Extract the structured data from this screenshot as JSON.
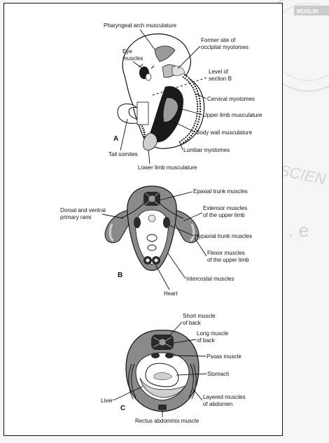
{
  "figure": {
    "panel_a": {
      "letter": "A",
      "labels": {
        "pharyngeal": "Pharyngeal arch musculature",
        "former_site_1": "Former site of",
        "former_site_2": "occipital myotomes",
        "eye_1": "Eye",
        "eye_2": "muscles",
        "level_1": "Level of",
        "level_2": "section B",
        "cervical": "Cervical myotomes",
        "upper_limb": "Upper limb musculature",
        "body_wall": "Body wall musculature",
        "lumbar": "Lumbar myotomes",
        "tail": "Tail somites",
        "lower_limb": "Lower limb musculature"
      }
    },
    "panel_b": {
      "letter": "B",
      "labels": {
        "epaxial": "Epaxial trunk muscles",
        "extensor_1": "Extensor muscles",
        "extensor_2": "of the upper limb",
        "dorsal_1": "Dorsal and ventral",
        "dorsal_2": "primary rami",
        "hypaxial": "Hypaxial trunk muscles",
        "flexor_1": "Flexor muscles",
        "flexor_2": "of the upper limb",
        "intercostal": "Intercostal muscles",
        "heart": "Heart"
      }
    },
    "panel_c": {
      "letter": "C",
      "labels": {
        "short_1": "Short muscle",
        "short_2": "of back",
        "long_1": "Long muscle",
        "long_2": "of back",
        "psoas": "Psoas muscle",
        "stomach": "Stomach",
        "layered_1": "Layered muscles",
        "layered_2": "of abdomen",
        "liver": "Liver",
        "rectus": "Rectus abdominis muscle"
      }
    }
  },
  "watermark": {
    "badge": "MUSLIN",
    "text_1": "SCIEN",
    "text_2": "v . e"
  },
  "colors": {
    "background": "#f4f5f4",
    "figure_bg": "#ffffff",
    "border": "#111111",
    "muscle_dark": "#1a1a1a",
    "tissue_gray": "#8a8a8a",
    "tissue_light": "#cfcfcf",
    "watermark": "#c8ccc8"
  }
}
